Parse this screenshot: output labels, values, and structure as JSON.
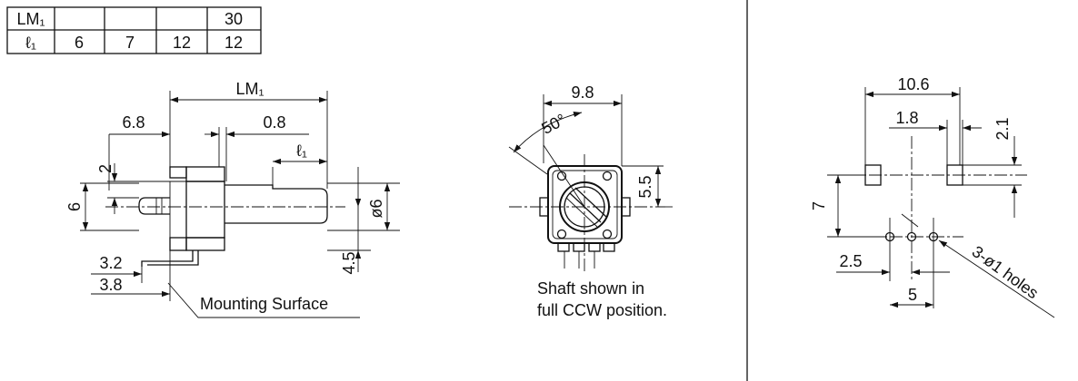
{
  "table": {
    "header_label": "LM₁",
    "header_values": [
      "",
      "",
      "",
      "30"
    ],
    "row_label": "ℓ₁",
    "row_values": [
      "6",
      "7",
      "12",
      "12"
    ]
  },
  "side_view": {
    "lm1": "LM₁",
    "d68": "6.8",
    "d08": "0.8",
    "l1": "ℓ₁",
    "d2": "2",
    "d6": "6",
    "d32": "3.2",
    "d38": "3.8",
    "d45": "4.5",
    "dia6": "ø6",
    "mounting_surface": "Mounting Surface"
  },
  "front_view": {
    "d98": "9.8",
    "angle": "50°",
    "d55": "5.5",
    "caption_line1": "Shaft shown in",
    "caption_line2": "full CCW position."
  },
  "pcb_view": {
    "d106": "10.6",
    "d18": "1.8",
    "d21": "2.1",
    "d7": "7",
    "d25": "2.5",
    "d5": "5",
    "holes": "3-ø1 holes"
  }
}
